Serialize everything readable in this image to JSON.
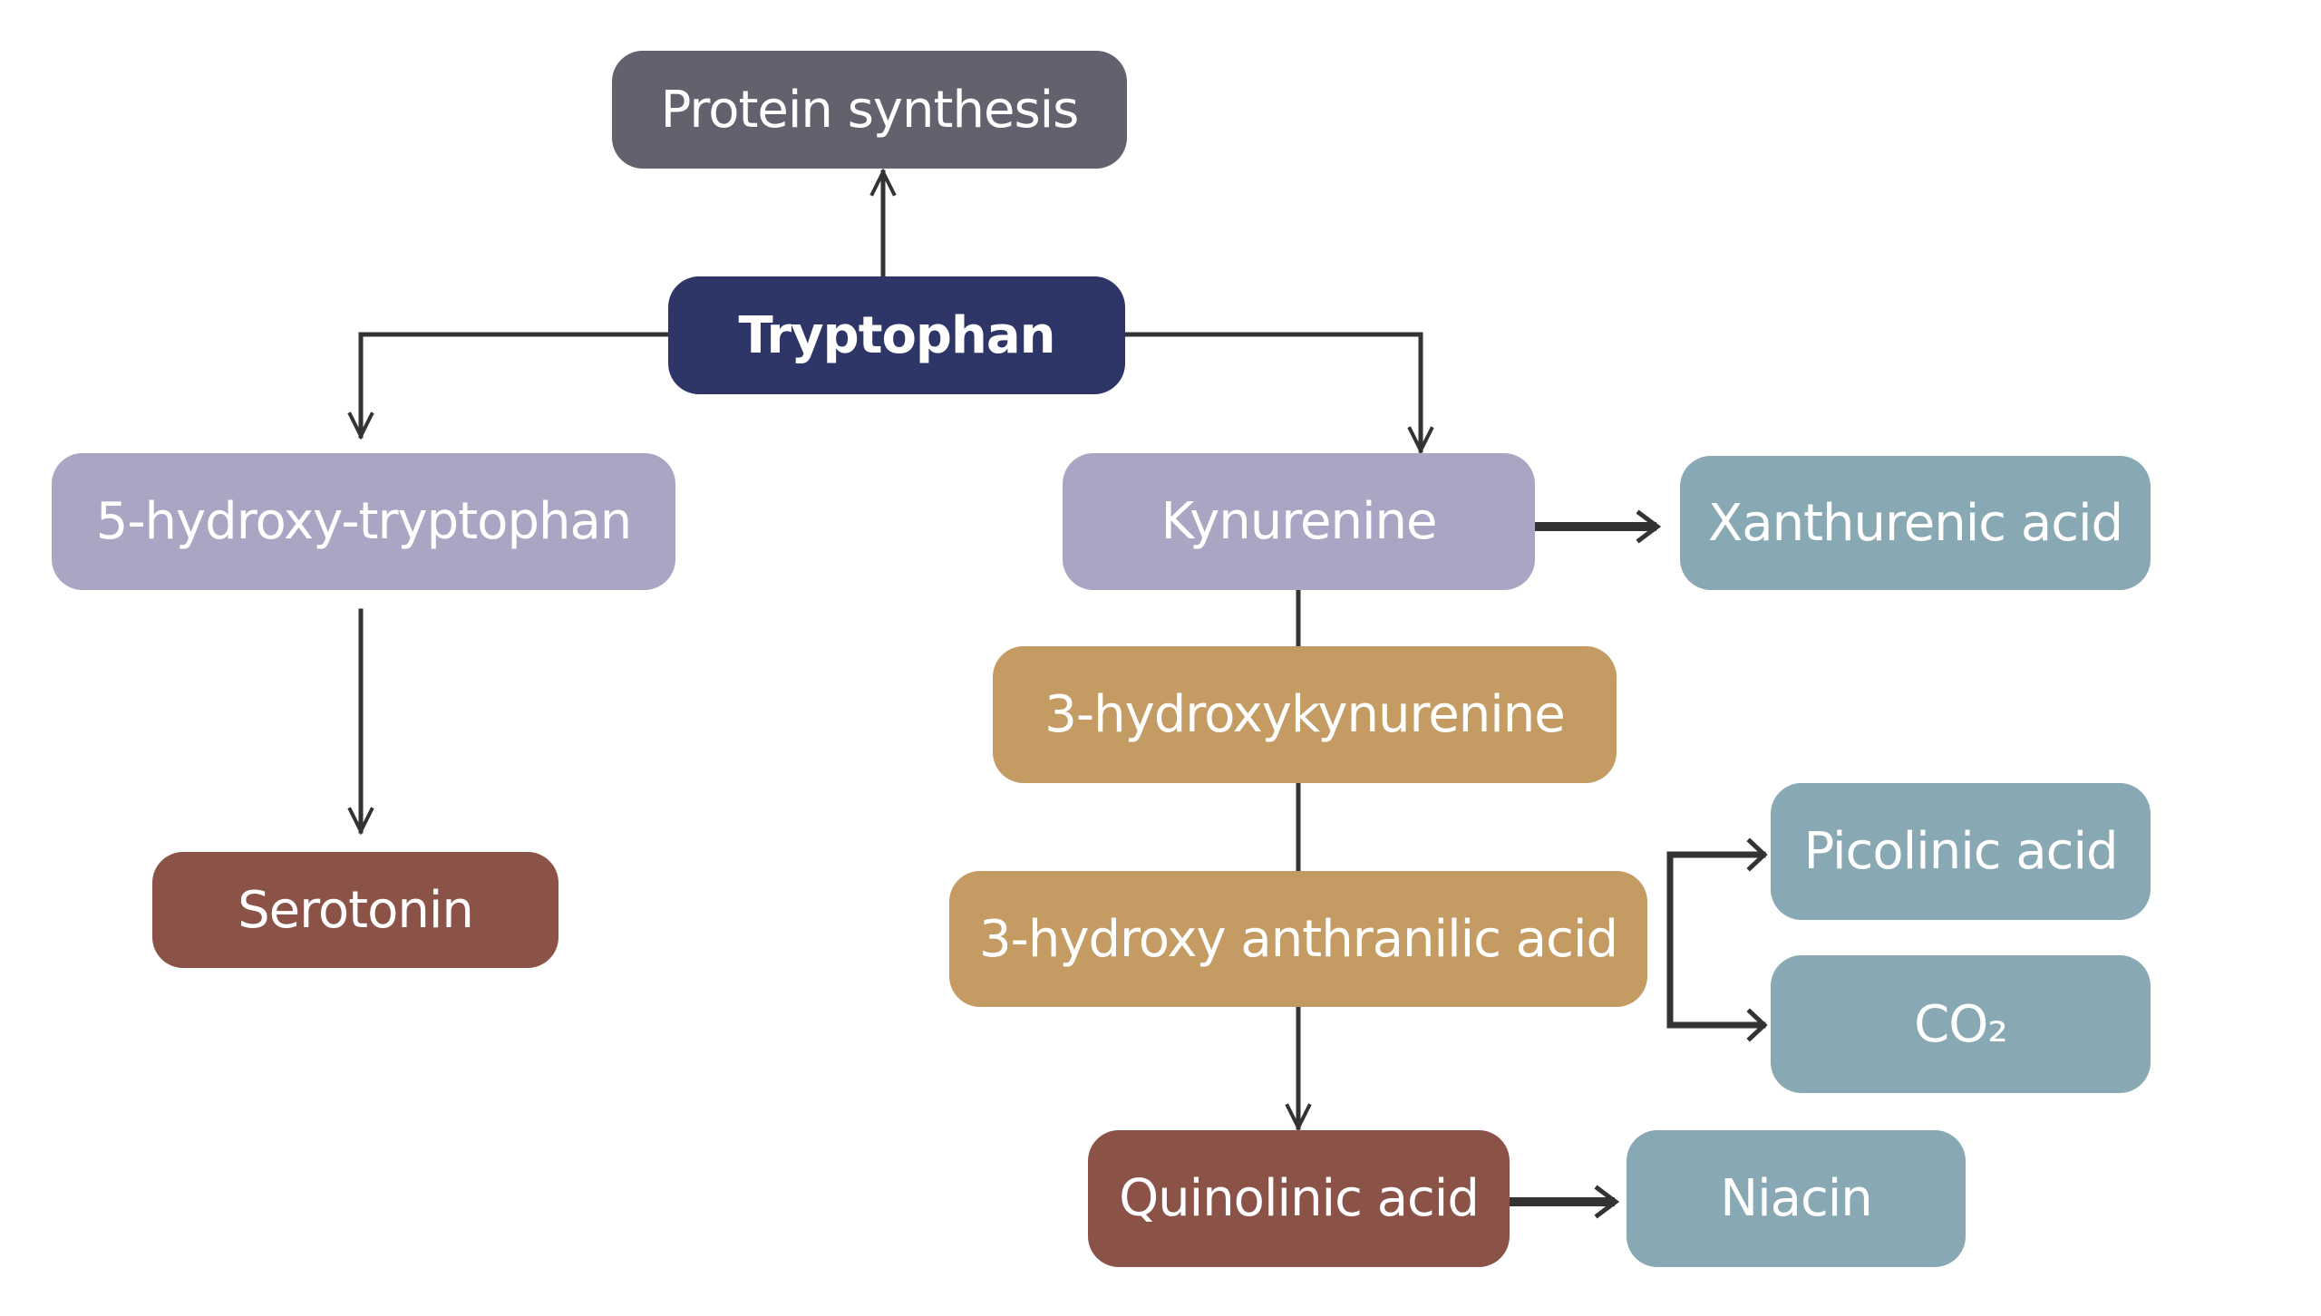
{
  "title": "Tryptophan metabolism pathways",
  "colors": {
    "gray": "#62626f",
    "navy": "#2e3567",
    "lavender": "#aba5c4",
    "teal": "#88a9b3",
    "gold": "#c49c63",
    "brown": "#8b5347",
    "line": "#333333"
  },
  "nodes": {
    "protein_synthesis": {
      "label": "Protein synthesis",
      "color": "gray"
    },
    "tryptophan": {
      "label": "Tryptophan",
      "color": "navy"
    },
    "hydroxytryptophan": {
      "label": "5-hydroxy-tryptophan",
      "color": "lavender"
    },
    "kynurenine": {
      "label": "Kynurenine",
      "color": "lavender"
    },
    "xanthurenic_acid": {
      "label": "Xanthurenic acid",
      "color": "teal"
    },
    "serotonin": {
      "label": "Serotonin",
      "color": "brown"
    },
    "hydroxykynurenine": {
      "label": "3-hydroxykynurenine",
      "color": "gold"
    },
    "hydroxyanthranilic_acid": {
      "label": "3-hydroxy anthranilic acid",
      "color": "gold"
    },
    "picolinic_acid": {
      "label": "Picolinic acid",
      "color": "teal"
    },
    "co2": {
      "label": "CO₂",
      "color": "teal"
    },
    "quinolinic_acid": {
      "label": "Quinolinic acid",
      "color": "brown"
    },
    "niacin": {
      "label": "Niacin",
      "color": "teal"
    }
  },
  "edges": [
    {
      "from": "tryptophan",
      "to": "protein_synthesis",
      "arrow": true
    },
    {
      "from": "tryptophan",
      "to": "hydroxytryptophan",
      "arrow": true
    },
    {
      "from": "tryptophan",
      "to": "kynurenine",
      "arrow": true
    },
    {
      "from": "hydroxytryptophan",
      "to": "serotonin",
      "arrow": true
    },
    {
      "from": "kynurenine",
      "to": "xanthurenic_acid",
      "arrow": true
    },
    {
      "from": "kynurenine",
      "to": "hydroxykynurenine",
      "arrow": false
    },
    {
      "from": "hydroxykynurenine",
      "to": "hydroxyanthranilic_acid",
      "arrow": false
    },
    {
      "from": "hydroxyanthranilic_acid",
      "to": "picolinic_acid",
      "arrow": true
    },
    {
      "from": "hydroxyanthranilic_acid",
      "to": "co2",
      "arrow": true
    },
    {
      "from": "hydroxyanthranilic_acid",
      "to": "quinolinic_acid",
      "arrow": true
    },
    {
      "from": "quinolinic_acid",
      "to": "niacin",
      "arrow": true
    }
  ]
}
